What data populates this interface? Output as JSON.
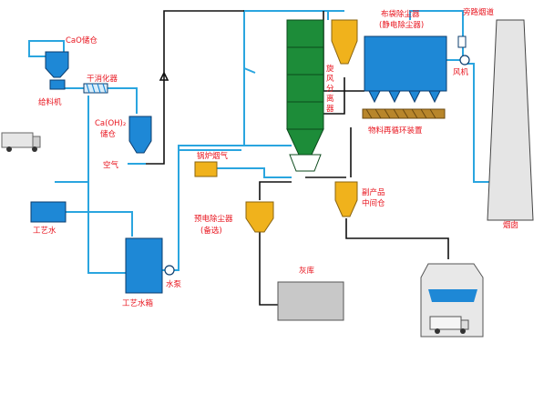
{
  "labels": {
    "cao_silo": "CaO储仓",
    "feeder": "给料机",
    "dry_slaker": "干消化器",
    "caoh_silo_line1": "Ca(OH)₂",
    "caoh_silo_line2": "储仓",
    "air": "空气",
    "process_water": "工艺水",
    "process_water_tank": "工艺水箱",
    "water_pump": "水泵",
    "boiler_flue_gas": "锅炉烟气",
    "pre_precipitator_line1": "预电除尘器",
    "pre_precipitator_line2": "(备选)",
    "ash_storage": "灰库",
    "cyclone_line1": "旋",
    "cyclone_line2": "风",
    "cyclone_line3": "分",
    "cyclone_line4": "离",
    "cyclone_line5": "器",
    "bag_filter_line1": "布袋除尘器",
    "bag_filter_line2": "(静电除尘器)",
    "bypass_flue": "旁路烟道",
    "fan": "风机",
    "recirculation": "物料再循环装置",
    "byproduct_line1": "副产品",
    "byproduct_line2": "中间仓",
    "chimney": "烟囱"
  },
  "colors": {
    "pipe_blue": "#2aa5df",
    "equipment_blue": "#1e88d6",
    "tower_green": "#1d8c39",
    "silo_yellow": "#f0b21c",
    "label_red": "#e8141e",
    "conveyor_brown": "#b8862b"
  },
  "icons": [
    "truck-icon",
    "water-pump-icon",
    "fan-icon"
  ]
}
